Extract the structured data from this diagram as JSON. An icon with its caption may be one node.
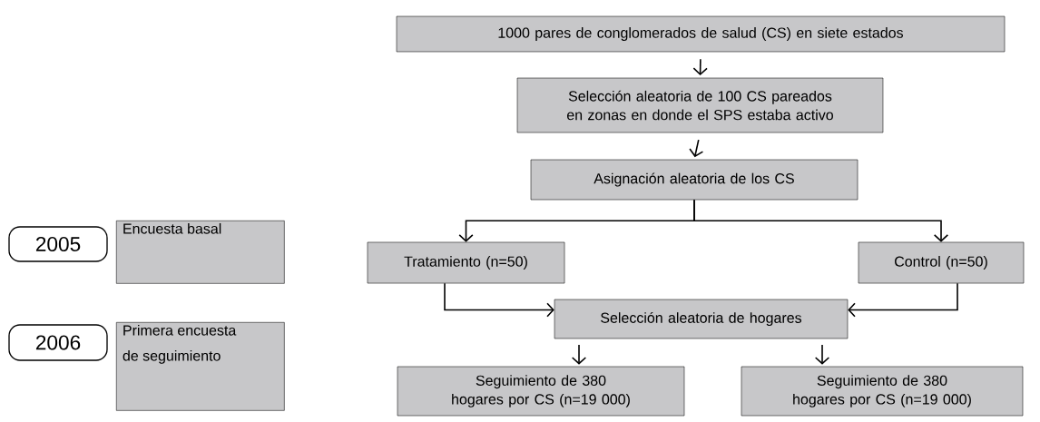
{
  "diagram": {
    "nodes": [
      {
        "text": [
          "1000 pares de conglomerados de salud (CS) en siete estados"
        ]
      },
      {
        "text": [
          "Selección aleatoria de 100 CS pareados en zonas en donde el SPS estaba activo"
        ]
      },
      {
        "text": [
          "Asignación aleatoria de los CS"
        ]
      },
      {
        "text": [
          "Tratamiento (n=50)"
        ]
      },
      {
        "text": [
          "Control (n=50)"
        ]
      },
      {
        "text": [
          "Selección aleatoria de hogares"
        ]
      },
      {
        "text": [
          "Seguimiento de 380 hogares por CS (n=19 000)"
        ]
      },
      {
        "text": [
          "Seguimiento de 380 hogares por CS (n=19 000)"
        ]
      },
      {
        "text": [
          "2005"
        ]
      },
      {
        "text": [
          "Encuesta basal"
        ]
      },
      {
        "text": [
          "2006"
        ]
      },
      {
        "text": [
          "Primera encuesta de seguimiento"
        ]
      }
    ],
    "edges": [
      {
        "from": 0,
        "to": 1,
        "arrow": "to"
      },
      {
        "from": 1,
        "to": 2,
        "arrow": "to"
      },
      {
        "from": 2,
        "to": 3,
        "arrow": "to"
      },
      {
        "from": 2,
        "to": 4,
        "arrow": "to"
      },
      {
        "from": 3,
        "to": 5,
        "arrow": "to"
      },
      {
        "from": 4,
        "to": 5,
        "arrow": "to"
      },
      {
        "from": 5,
        "to": 6,
        "arrow": "to"
      },
      {
        "from": 5,
        "to": 7,
        "arrow": "to"
      }
    ]
  }
}
